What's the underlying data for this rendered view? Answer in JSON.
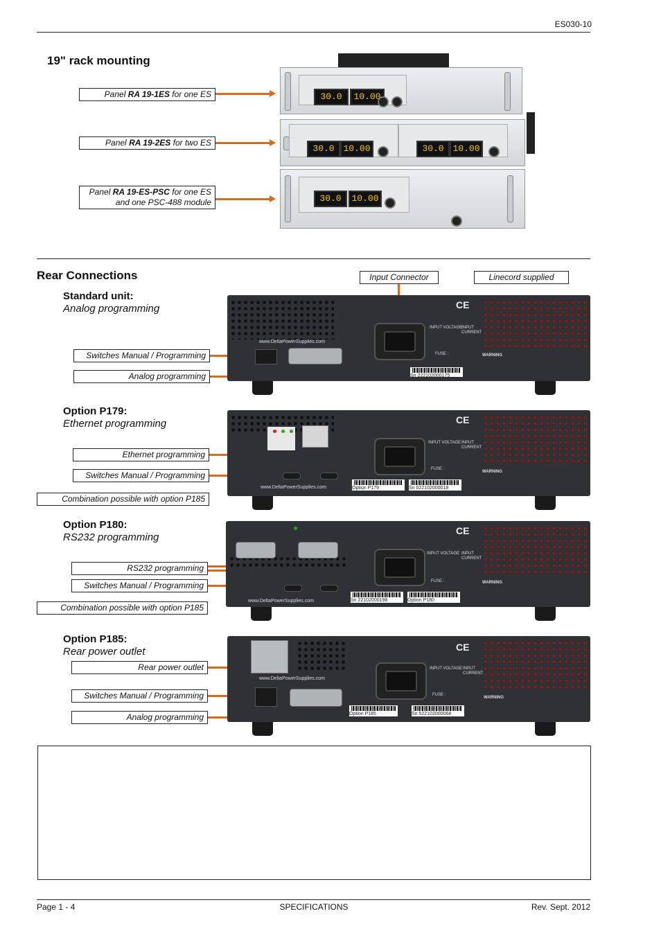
{
  "header": {
    "doc_id": "ES030-10"
  },
  "section_rack": {
    "title": "19\" rack mounting",
    "labels": [
      {
        "pre": "Panel ",
        "bold": "RA 19-1ES",
        "post": " for one ES",
        "line2": ""
      },
      {
        "pre": "Panel ",
        "bold": "RA 19-2ES",
        "post": " for two ES",
        "line2": ""
      },
      {
        "pre": "Panel ",
        "bold": "RA 19-ES-PSC",
        "post": " for one ES",
        "line2": "and one PSC-488 module"
      }
    ],
    "display_values": [
      "30.0",
      "10.00",
      "30.0",
      "10.00",
      "30.0",
      "10.00",
      "30.0",
      "10.00"
    ]
  },
  "section_rear": {
    "title": "Rear Connections",
    "top_labels": {
      "input_connector": "Input Connector",
      "linecord": "Linecord supplied"
    },
    "standard": {
      "heading": "Standard unit:",
      "subheading": "Analog programming",
      "labels": [
        "Switches Manual / Programming",
        "Analog programming"
      ]
    },
    "p179": {
      "heading": "Option P179:",
      "subheading": "Ethernet programming",
      "labels": [
        "Ethernet programming",
        "Switches Manual / Programming",
        "Combination possible with option P185"
      ]
    },
    "p180": {
      "heading": "Option P180:",
      "subheading": "RS232 programming",
      "labels": [
        "RS232 programming",
        "Switches Manual / Programming",
        "Combination possible with option P185"
      ]
    },
    "p185": {
      "heading": "Option P185:",
      "subheading": "Rear power outlet",
      "labels": [
        "Rear power outlet",
        "Switches Manual / Programming",
        "Analog programming"
      ]
    },
    "panel_text": {
      "website": "www.DeltaPowerSupplies.com",
      "input_voltage": "INPUT VOLTAGE",
      "input_current": "INPUT CURRENT",
      "warning": "WARNING",
      "fuse": "FUSE :",
      "sn_std": "Sn 222102000175",
      "sn_p179": "Sn 022102000018",
      "sn_p180": "Sn 22102000198",
      "sn_p185": "Sn 522102000068",
      "opt_p179": "Option P179",
      "opt_p180": "Option P180",
      "opt_p185": "Option P185"
    }
  },
  "footer": {
    "left": "Page 1 - 4",
    "center": "SPECIFICATIONS",
    "right": "Rev. Sept. 2012"
  }
}
